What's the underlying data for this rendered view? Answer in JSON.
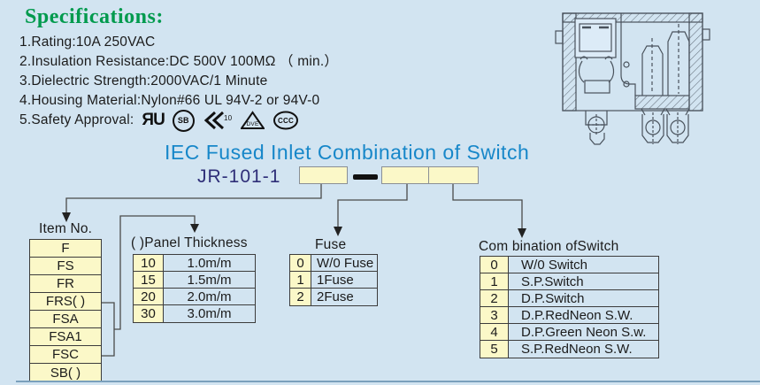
{
  "page": {
    "bg_color": "#d2e4f1",
    "bottom_rule_color": "#7aa0bc"
  },
  "specifications": {
    "heading": "Specifications:",
    "heading_color": "#009a4d",
    "items": [
      "1.Rating:10A 250VAC",
      "2.Insulation Resistance:DC 500V 100MΩ （ min.）",
      "3.Dielectric Strength:2000VAC/1 Minute",
      "4.Housing Material:Nylon#66 UL 94V-2 or 94V-0",
      "5.Safety Approval:"
    ],
    "approval_marks": [
      {
        "name": "ul-recognized-mark",
        "glyph": "ЯU"
      },
      {
        "name": "s-safety-mark",
        "glyph": "SB"
      },
      {
        "name": "ek-mark",
        "glyph": "EK",
        "sub": "10"
      },
      {
        "name": "vde-mark",
        "glyph": "DVE"
      },
      {
        "name": "ccc-mark",
        "glyph": "CCC"
      }
    ]
  },
  "title": {
    "text": "IEC Fused Inlet Combination of Switch",
    "color": "#1787c9"
  },
  "part_number": {
    "prefix": "JR-101-1",
    "color": "#2e2e78",
    "box_fill": "#fbf8c8"
  },
  "tables": {
    "item_no": {
      "header": "Item No.",
      "rows": [
        "F",
        "FS",
        "FR",
        "FRS( )",
        "FSA",
        "FSA1",
        "FSC",
        "SB( )"
      ]
    },
    "panel_thickness": {
      "header": "( )Panel Thickness",
      "rows": [
        [
          "10",
          "1.0m/m"
        ],
        [
          "15",
          "1.5m/m"
        ],
        [
          "20",
          "2.0m/m"
        ],
        [
          "30",
          "3.0m/m"
        ]
      ]
    },
    "fuse": {
      "header": "Fuse",
      "rows": [
        [
          "0",
          "W/0 Fuse"
        ],
        [
          "1",
          "1Fuse"
        ],
        [
          "2",
          "2Fuse"
        ]
      ]
    },
    "combination": {
      "header": "Com bination ofSwitch",
      "rows": [
        [
          "0",
          "W/0 Switch"
        ],
        [
          "1",
          "S.P.Switch"
        ],
        [
          "2",
          "D.P.Switch"
        ],
        [
          "3",
          "D.P.RedNeon S.W."
        ],
        [
          "4",
          "D.P.Green Neon S.w."
        ],
        [
          "5",
          "S.P.RedNeon S.W."
        ]
      ]
    }
  }
}
